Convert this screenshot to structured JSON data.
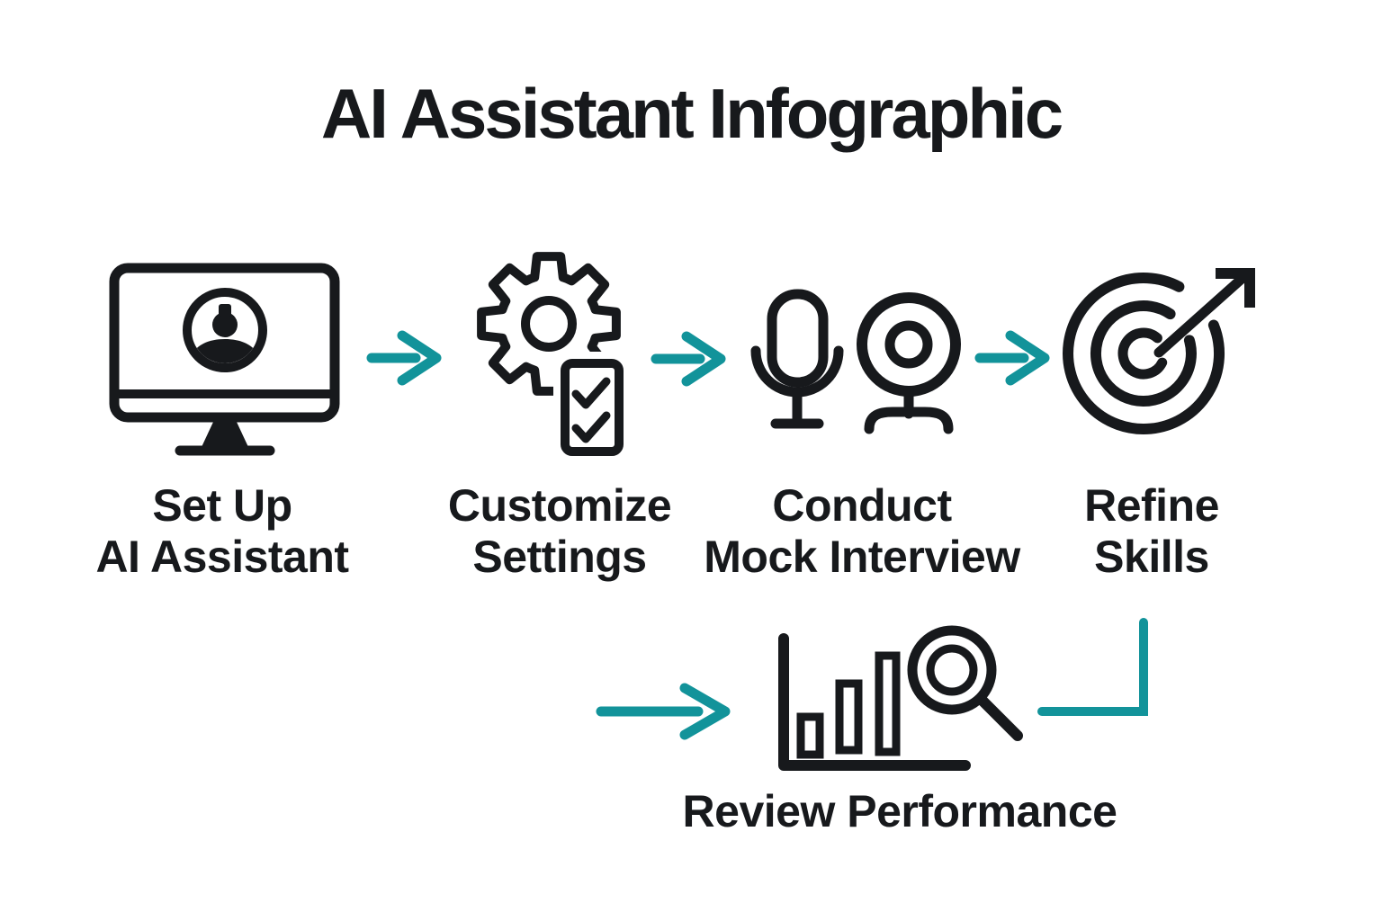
{
  "title": "AI Assistant Infographic",
  "colors": {
    "ink": "#17191c",
    "teal": "#12939a",
    "background": "#ffffff"
  },
  "steps": [
    {
      "id": "setup",
      "icon": "monitor-avatar-icon",
      "label_line1": "Set Up",
      "label_line2": "AI Assistant"
    },
    {
      "id": "customize",
      "icon": "gear-checklist-icon",
      "label_line1": "Customize",
      "label_line2": "Settings"
    },
    {
      "id": "interview",
      "icon": "mic-webcam-icon",
      "label_line1": "Conduct",
      "label_line2": "Mock Interview"
    },
    {
      "id": "refine",
      "icon": "target-arrow-icon",
      "label_line1": "Refine",
      "label_line2": "Skills"
    },
    {
      "id": "review",
      "icon": "barchart-magnifier-icon",
      "label_line1": "Review Performance",
      "label_line2": ""
    }
  ],
  "connectors": [
    {
      "id": "arrow-1",
      "type": "arrow-right",
      "from": "setup",
      "to": "customize"
    },
    {
      "id": "arrow-2",
      "type": "arrow-right",
      "from": "customize",
      "to": "interview"
    },
    {
      "id": "arrow-3",
      "type": "arrow-right",
      "from": "interview",
      "to": "refine"
    },
    {
      "id": "arrow-4",
      "type": "arrow-right",
      "from": "",
      "to": "review"
    },
    {
      "id": "elbow-1",
      "type": "elbow-down-left",
      "from": "refine",
      "to": "review"
    }
  ]
}
